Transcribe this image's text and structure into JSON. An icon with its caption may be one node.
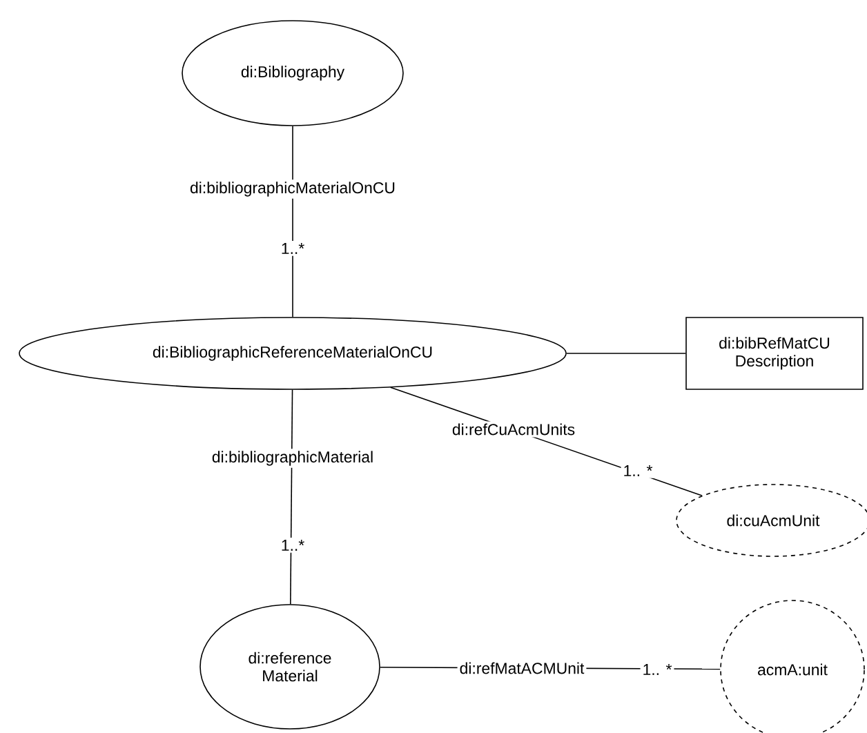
{
  "diagram": {
    "nodes": [
      {
        "text": [
          "di:Bibliography"
        ]
      },
      {
        "text": [
          "di:BibliographicReferenceMaterialOnCU"
        ]
      },
      {
        "text": [
          "di:bibRefMatCU Description"
        ]
      },
      {
        "text": [
          "di:cuAcmUnit"
        ]
      },
      {
        "text": [
          "di:reference Material"
        ]
      },
      {
        "text": [
          "acmA:unit"
        ]
      }
    ],
    "edges": [
      {
        "from": 0,
        "to": 1,
        "arrow": "none",
        "label": "di:bibliographicMaterialOnCU"
      },
      {
        "from": 1,
        "to": 2,
        "arrow": "none"
      },
      {
        "from": 1,
        "to": 3,
        "arrow": "none",
        "label": "di:refCuAcmUnits"
      },
      {
        "from": 1,
        "to": 4,
        "arrow": "none",
        "label": "di:bibliographicMaterial"
      },
      {
        "from": 4,
        "to": 5,
        "arrow": "none",
        "label": "di:refMatACMUnit"
      }
    ],
    "labels": [
      "1..*",
      "1.. *",
      "1..*",
      "1.. *"
    ]
  }
}
